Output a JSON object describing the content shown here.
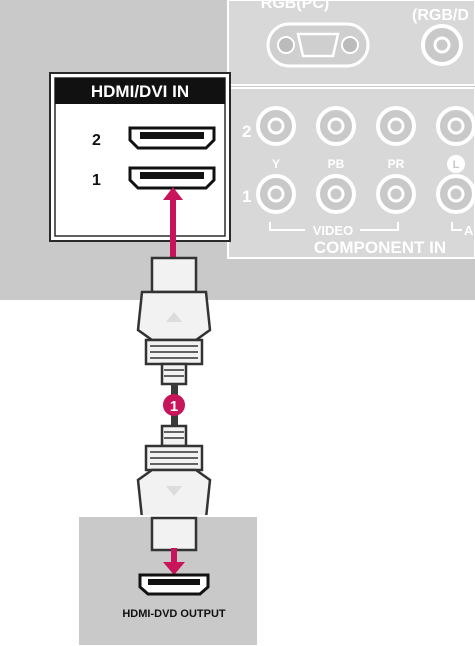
{
  "tv_panel": {
    "top_label_left": "RGB(PC)",
    "top_label_right": "(RGB/D",
    "hdmi_box_title": "HDMI/DVI IN",
    "hdmi_port_2": "2",
    "hdmi_port_1": "1",
    "row_2_label": "2",
    "row_1_label": "1",
    "jack_label_y": "Y",
    "jack_label_pb": "PB",
    "jack_label_pr": "PR",
    "jack_label_l": "L",
    "video_label": "VIDEO",
    "audio_label_fragment": "A",
    "component_label": "COMPONENT IN"
  },
  "cable": {
    "step_badge": "1"
  },
  "source_device": {
    "output_label": "HDMI-DVD OUTPUT"
  },
  "colors": {
    "panel_gray": "#c9c9c9",
    "inner_panel": "#dcdcdc",
    "accent_magenta": "#c8145a",
    "cable_dark": "#3a3a3a"
  }
}
